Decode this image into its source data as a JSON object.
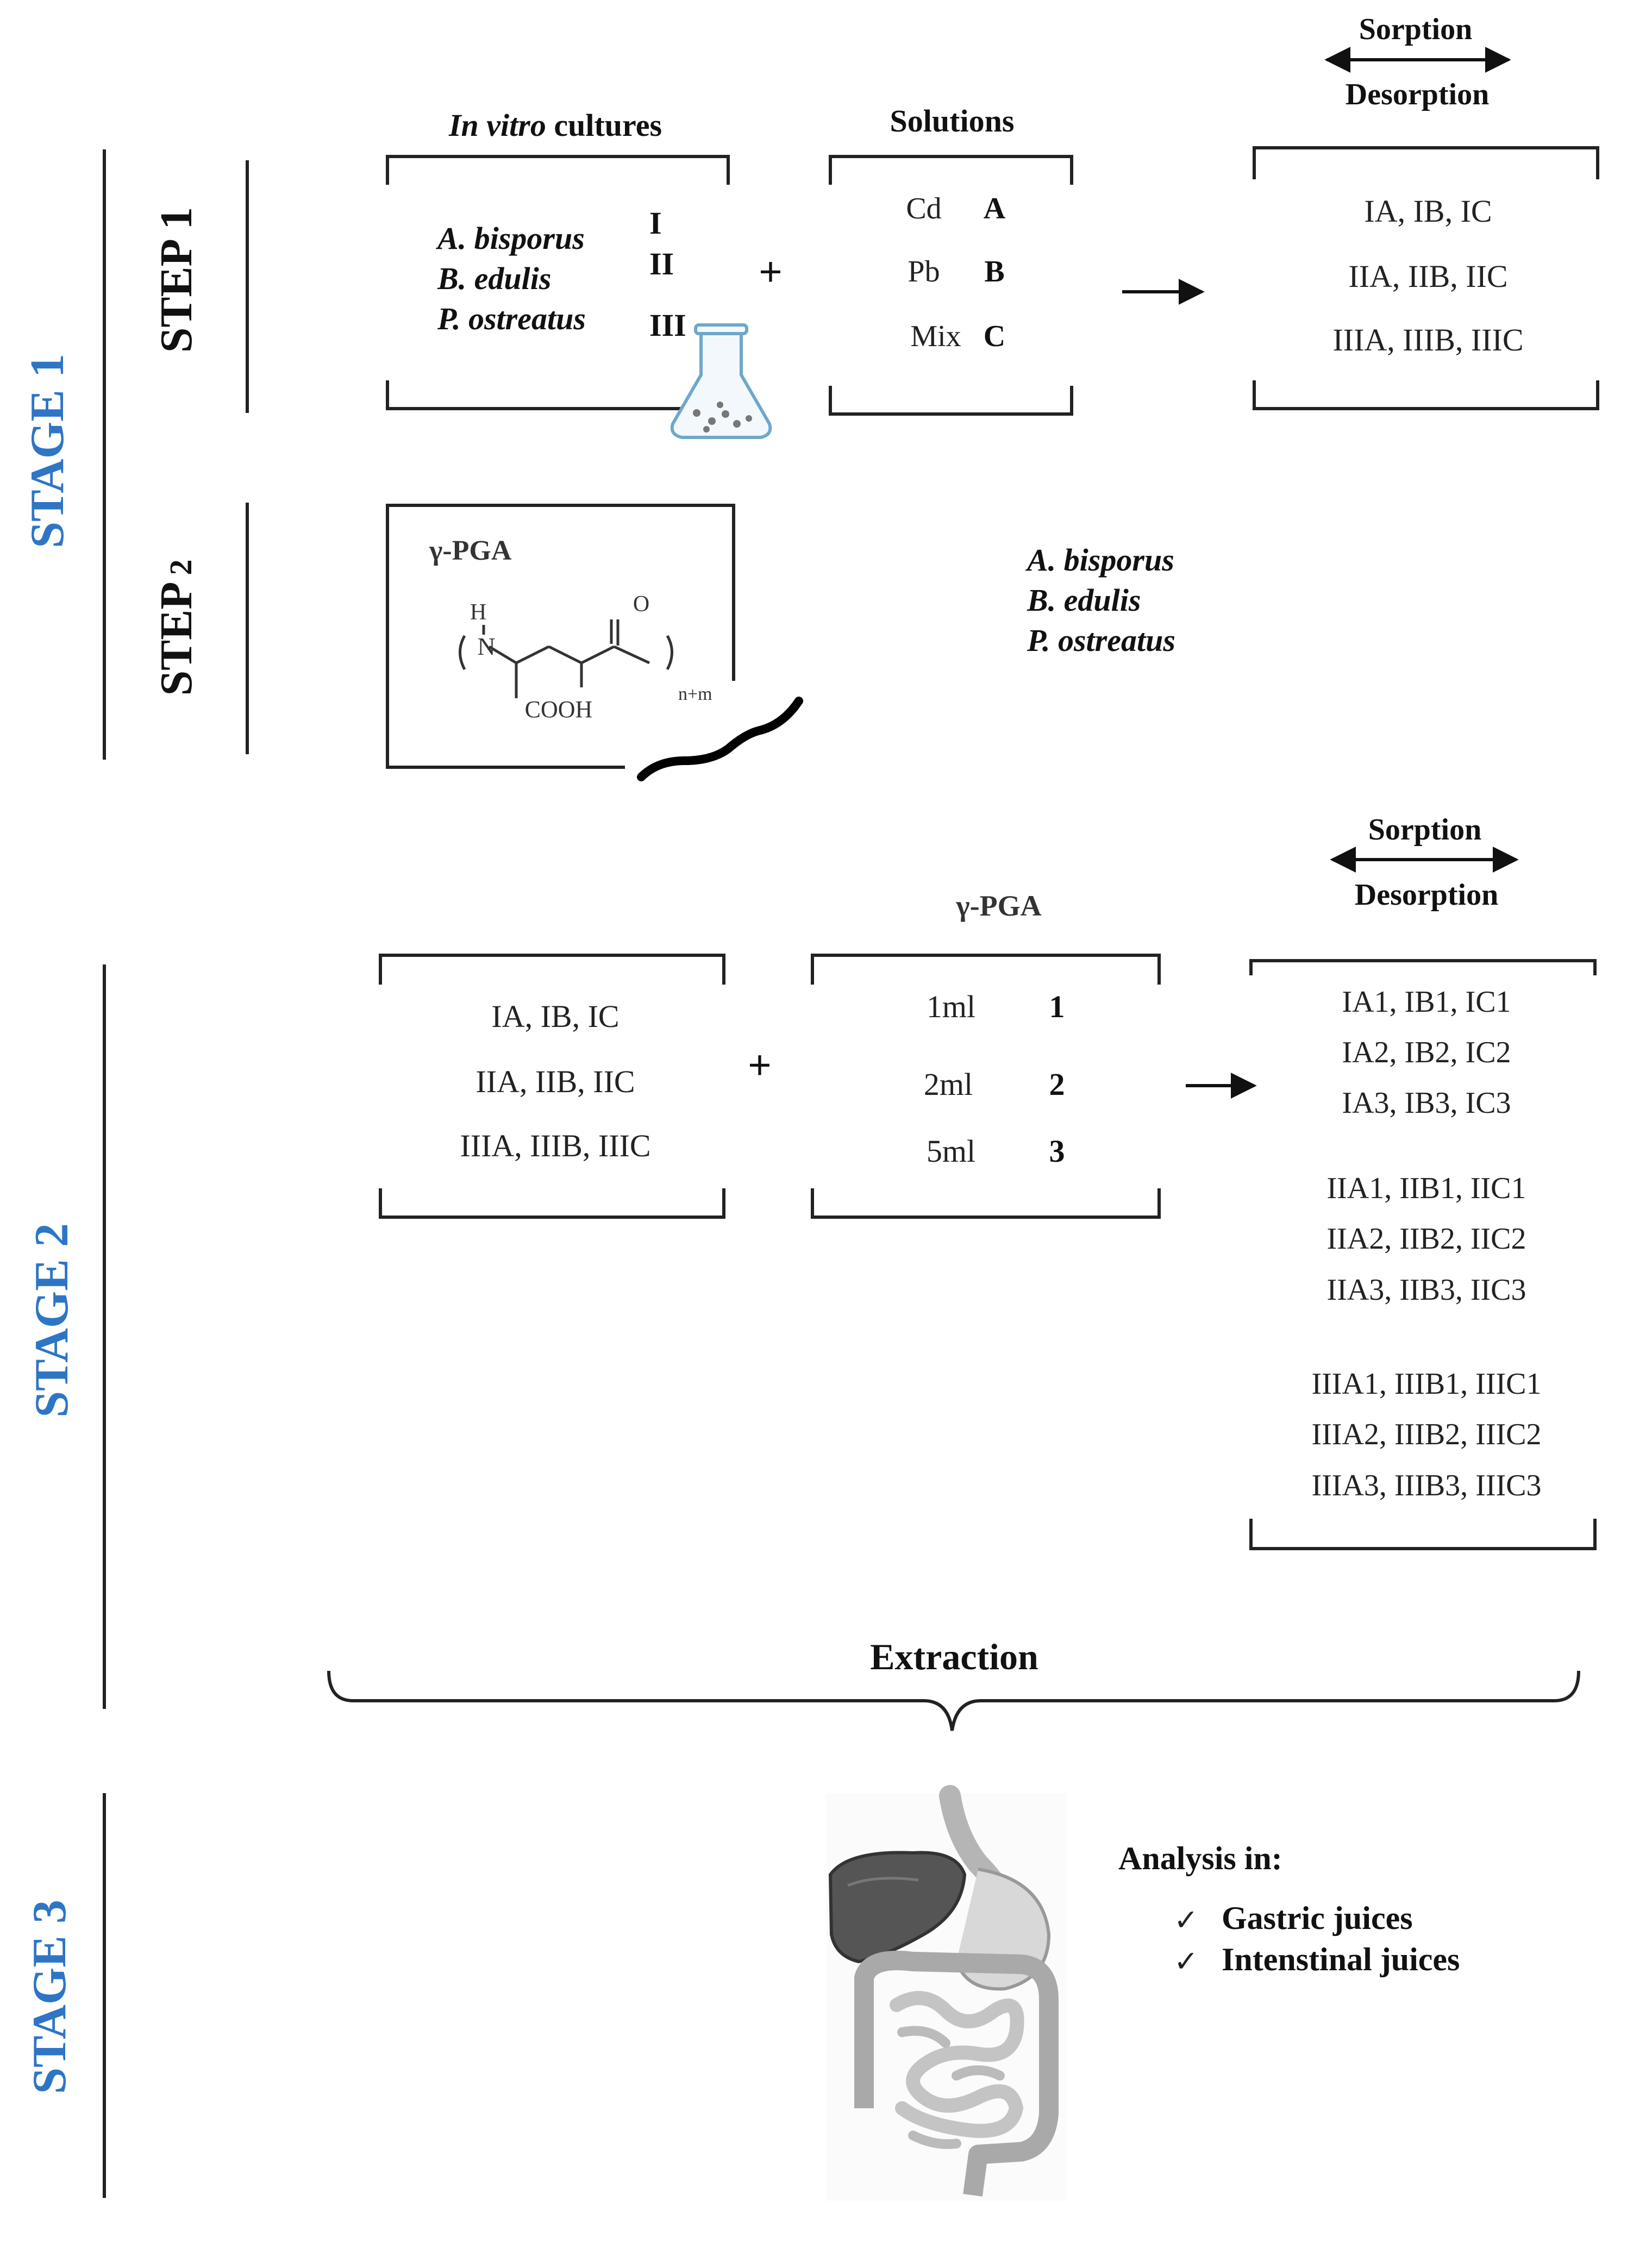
{
  "stages": {
    "stage1": "STAGE 1",
    "stage2": "STAGE 2",
    "stage3": "STAGE 3",
    "color": "#2e75c6"
  },
  "steps": {
    "step1": "STEP 1",
    "step2_word": "STEP",
    "step2_num": "2"
  },
  "step1": {
    "cultures_title_italic": "In vitro",
    "cultures_title_rest": " cultures",
    "species": [
      {
        "name": "A. bisporus",
        "code": "I"
      },
      {
        "name": "B. edulis",
        "code": "II"
      },
      {
        "name": "P. ostreatus",
        "code": "III"
      }
    ],
    "plus": "+",
    "solutions_title": "Solutions",
    "solutions": [
      {
        "metal": "Cd",
        "code": "A"
      },
      {
        "metal": "Pb",
        "code": "B"
      },
      {
        "metal": "Mix",
        "code": "C"
      }
    ],
    "sorption": "Sorption",
    "desorption": "Desorption",
    "results": [
      "IA, IB, IC",
      "IIA, IIB, IIC",
      "IIIA, IIIB, IIIC"
    ]
  },
  "step2": {
    "pga_label": "γ-PGA",
    "atom_h": "H",
    "atom_n": "N",
    "atom_o": "O",
    "cooh": "COOH",
    "subscript": "n+m",
    "species": [
      "A. bisporus",
      "B. edulis",
      "P. ostreatus"
    ]
  },
  "stage2": {
    "sorption": "Sorption",
    "desorption": "Desorption",
    "inputs": [
      "IA, IB, IC",
      "IIA, IIB, IIC",
      "IIIA, IIIB, IIIC"
    ],
    "plus": "+",
    "pga_title": "γ-PGA",
    "volumes": [
      {
        "vol": "1ml",
        "code": "1"
      },
      {
        "vol": "2ml",
        "code": "2"
      },
      {
        "vol": "5ml",
        "code": "3"
      }
    ],
    "results": [
      [
        "IA1, IB1, IC1",
        "IA2, IB2, IC2",
        "IA3, IB3, IC3"
      ],
      [
        "IIA1, IIB1, IIC1",
        "IIA2, IIB2, IIC2",
        "IIA3, IIB3, IIC3"
      ],
      [
        "IIIA1, IIIB1, IIIC1",
        "IIIA2, IIIB2, IIIC2",
        "IIIA3, IIIB3, IIIC3"
      ]
    ]
  },
  "extraction": "Extraction",
  "stage3": {
    "analysis_title": "Analysis in:",
    "items": [
      "Gastric juices",
      "Intenstinal juices"
    ],
    "check": "✓"
  }
}
